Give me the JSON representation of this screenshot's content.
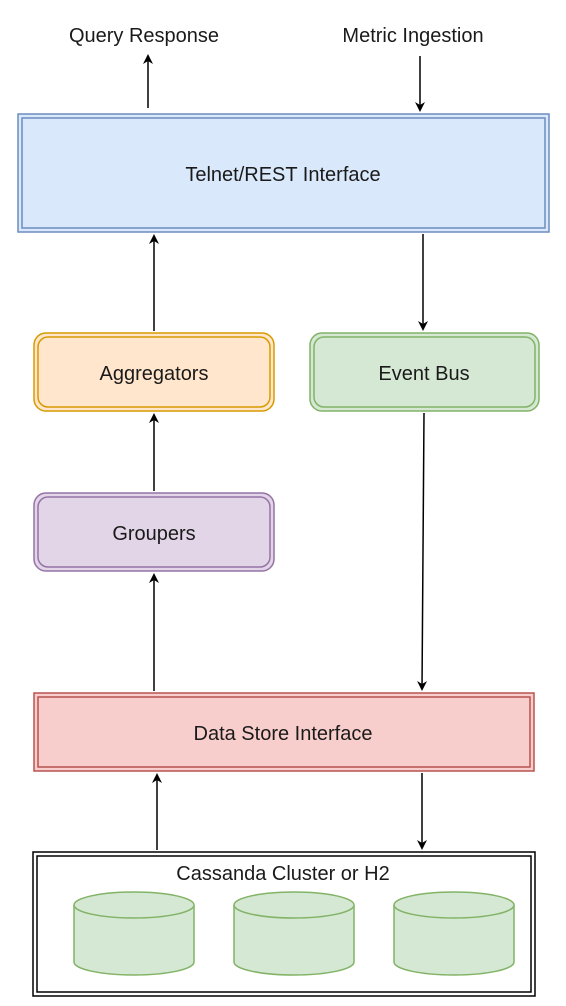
{
  "diagram": {
    "labels": {
      "query_response": "Query Response",
      "metric_ingestion": "Metric Ingestion"
    },
    "nodes": {
      "telnet_rest": {
        "label": "Telnet/REST Interface",
        "fill": "#dae8fc",
        "stroke": "#6c8ebf"
      },
      "aggregators": {
        "label": "Aggregators",
        "fill": "#ffe6cc",
        "stroke": "#d79b00"
      },
      "event_bus": {
        "label": "Event Bus",
        "fill": "#d5e8d4",
        "stroke": "#82b366"
      },
      "groupers": {
        "label": "Groupers",
        "fill": "#e1d5e7",
        "stroke": "#9673a6"
      },
      "data_store": {
        "label": "Data Store Interface",
        "fill": "#f8cecc",
        "stroke": "#b85450"
      },
      "storage": {
        "label": "Cassanda Cluster or H2",
        "fill": "#ffffff",
        "stroke": "#000000"
      }
    },
    "database_fill": "#d5e8d4",
    "database_stroke": "#82b366",
    "database_count": 3
  }
}
